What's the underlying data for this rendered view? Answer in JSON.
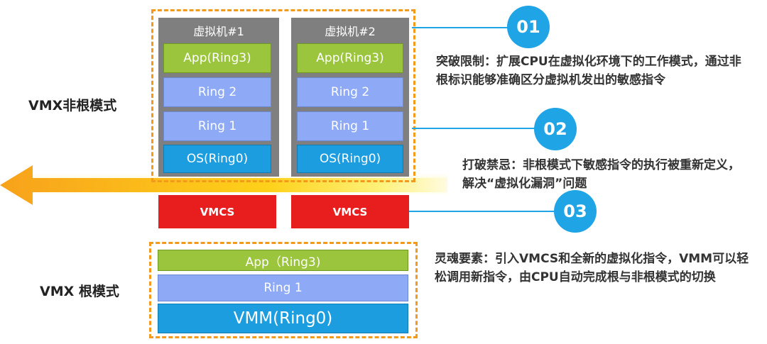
{
  "labels": {
    "nonroot": "VMX非根模式",
    "root": "VMX 根模式"
  },
  "vms": [
    {
      "title": "虚拟机#1",
      "layers": [
        "App(Ring3)",
        "Ring 2",
        "Ring 1",
        "OS(Ring0)"
      ]
    },
    {
      "title": "虚拟机#2",
      "layers": [
        "App(Ring3)",
        "Ring 2",
        "Ring 1",
        "OS(Ring0)"
      ]
    }
  ],
  "vmcs": [
    "VMCS",
    "VMCS"
  ],
  "root_layers": [
    "App（Ring3)",
    "Ring 1",
    "VMM(Ring0)"
  ],
  "points": [
    {
      "num": "01",
      "text": "突破限制：扩展CPU在虚拟化环境下的工作模式，通过非根标识能够准确区分虚拟机发出的敏感指令"
    },
    {
      "num": "02",
      "text": "打破禁忌：非根模式下敏感指令的执行被重新定义，解决“虚拟化漏洞”问题"
    },
    {
      "num": "03",
      "text": "灵魂要素：引入VMCS和全新的虚拟化指令，VMM可以轻松调用新指令，由CPU自动完成根与非根模式的切换"
    }
  ],
  "colors": {
    "dash_orange": "#f39a1d",
    "arrow_yellow": "#ffd11a",
    "vmcs_red": "#e81d1d",
    "app_green": "#9bc53c",
    "ring_lilac": "#8eaaf7",
    "os_blue": "#1c9de0",
    "badge_blue": "#1fa4e6"
  }
}
